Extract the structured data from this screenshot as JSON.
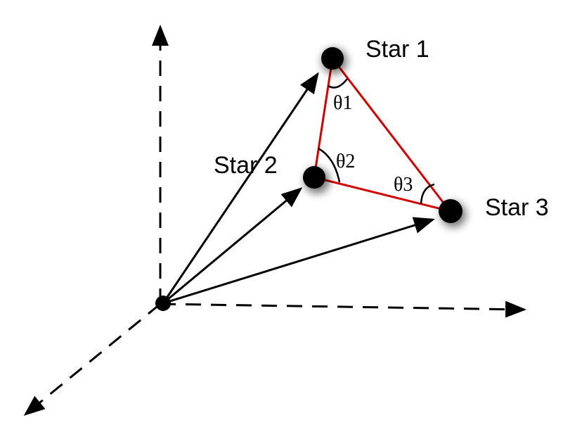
{
  "stars": [
    {
      "id": "star1",
      "label": "Star 1"
    },
    {
      "id": "star2",
      "label": "Star 2"
    },
    {
      "id": "star3",
      "label": "Star 3"
    }
  ],
  "angles": [
    {
      "id": "theta1",
      "label": "θ1"
    },
    {
      "id": "theta2",
      "label": "θ2"
    },
    {
      "id": "theta3",
      "label": "θ3"
    }
  ],
  "colors": {
    "triangle": "#d40000",
    "vectors": "#000000",
    "axes": "#000000",
    "star_fill": "#000000"
  }
}
